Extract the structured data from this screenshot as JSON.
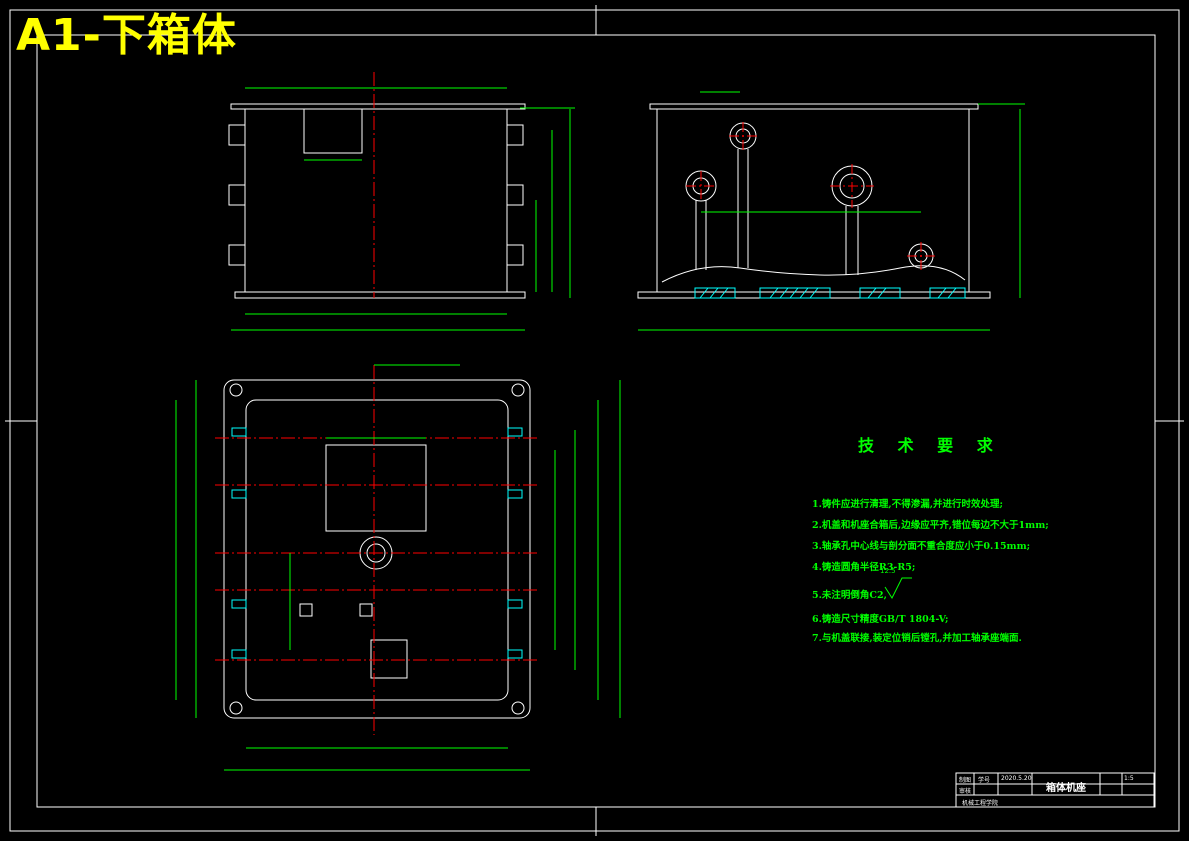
{
  "sheet_title": "A1-下箱体",
  "technical_requirements": {
    "heading": "技 术 要 求",
    "items": [
      "1.铸件应进行清理,不得渗漏,并进行时效处理;",
      "2.机盖和机座合箱后,边缘应平齐,错位每边不大于1mm;",
      "3.轴承孔中心线与剖分面不重合度应小于0.15mm;",
      "4.铸造圆角半径R3-R5;",
      "5.未注明倒角C2,",
      "6.铸造尺寸精度GB/T 1804-V;",
      "7.与机盖联接,装定位销后镗孔,并加工轴承座端面."
    ],
    "roughness_symbol_value": "12.5"
  },
  "title_block": {
    "part_name": "箱体机座",
    "scale": "1:5",
    "drafter_label": "制图",
    "checker_label": "审核",
    "date": "2020.5.20",
    "drafter_name": "学号",
    "school": "机械工程学院"
  },
  "colors": {
    "background": "#000000",
    "outline": "#ffffff",
    "dimension": "#00ff00",
    "centerline": "#ff0000",
    "hatch": "#00ffff",
    "title": "#ffff00"
  }
}
